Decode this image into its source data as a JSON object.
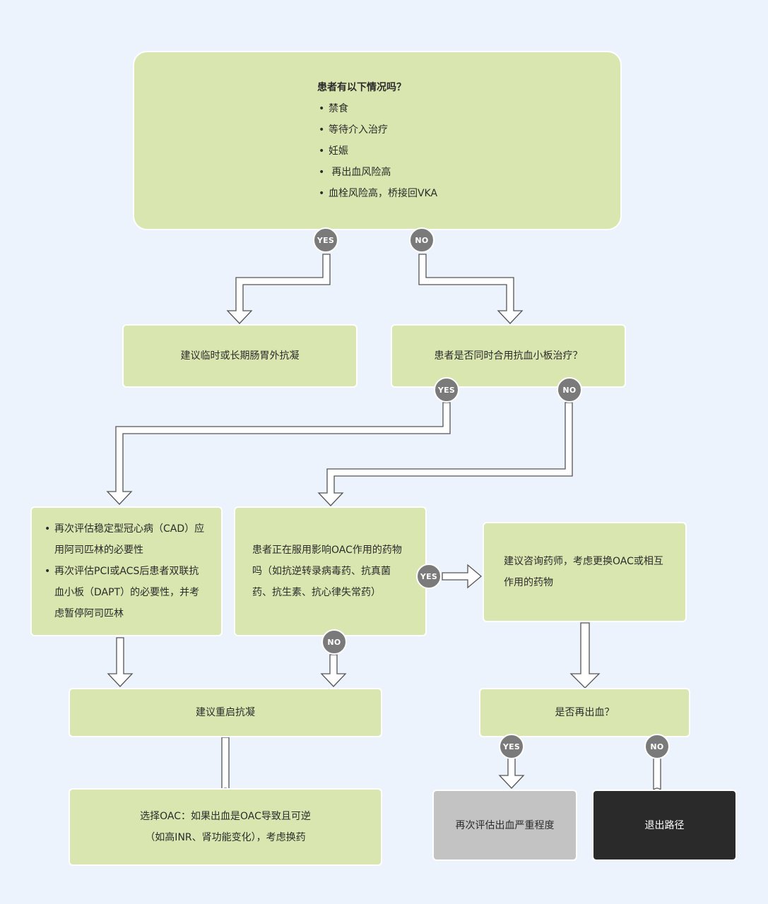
{
  "top_question": {
    "title": "患者有以下情况吗？",
    "items": [
      "禁食",
      "等待介入治疗",
      "妊娠",
      " 再出血风险高",
      "血栓风险高，桥接回VKA"
    ]
  },
  "badges": {
    "yes": "YES",
    "no": "NO"
  },
  "box_parenteral": "建议临时或长期肠胃外抗凝",
  "box_antiplatelet_q": "患者是否同时合用抗血小板治疗？",
  "box_reassess": {
    "items": [
      "再次评估稳定型冠心病（CAD）应用阿司匹林的必要性",
      "再次评估PCI或ACS后患者双联抗血小板（DAPT）的必要性，并考虑暂停阿司匹林"
    ]
  },
  "box_drug_q": "患者正在服用影响OAC作用的药物吗（如抗逆转录病毒药、抗真菌药、抗生素、抗心律失常药）",
  "box_pharmacist": "建议咨询药师，考虑更换OAC或相互作用的药物",
  "box_restart": "建议重启抗凝",
  "box_rebleed_q": "是否再出血？",
  "box_choose_oac": {
    "line1": "选择OAC：如果出血是OAC导致且可逆",
    "line2": "（如高INR、肾功能变化），考虑换药"
  },
  "box_reassess_severity": "再次评估出血严重程度",
  "box_exit": "退出路径",
  "colors": {
    "box_fill": "#d9e6b0",
    "background": "#edf3fd",
    "badge": "#7a7a7a",
    "grey_box": "#c3c3c3",
    "black_box": "#2a2a2a"
  }
}
